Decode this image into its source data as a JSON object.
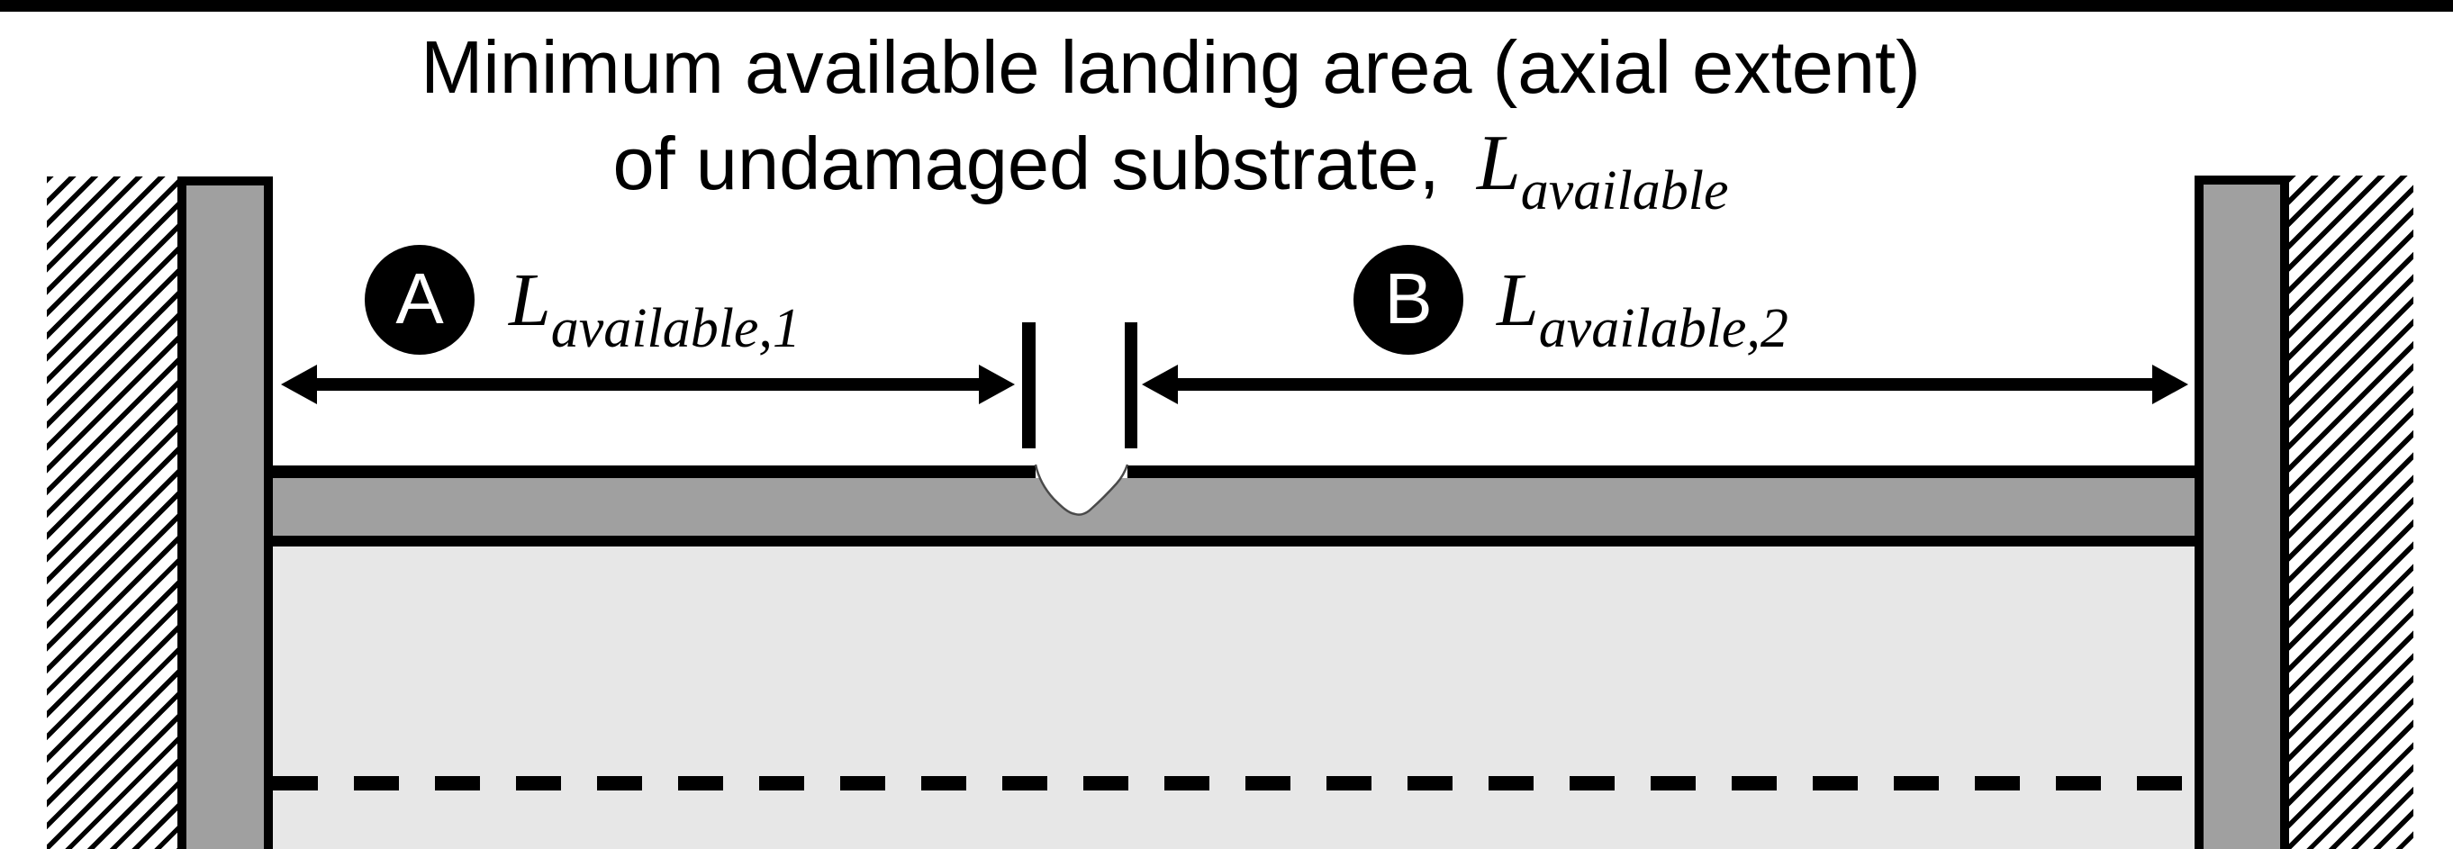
{
  "title": {
    "line1": "Minimum available landing area (axial extent)",
    "line2_prefix": "of undamaged substrate,",
    "symbol_main": "L",
    "symbol_sub": "available"
  },
  "annotations": {
    "a": {
      "badge": "A",
      "symbol_main": "L",
      "symbol_sub": "available,1"
    },
    "b": {
      "badge": "B",
      "symbol_main": "L",
      "symbol_sub": "available,2"
    }
  },
  "colors": {
    "ink": "#000000",
    "metal_gray": "#a0a0a0",
    "substrate_gray": "#e7e7e7",
    "background": "#ffffff",
    "badge_bg": "#000000",
    "badge_text": "#ffffff",
    "notch_outline": "#4a4a4a"
  }
}
